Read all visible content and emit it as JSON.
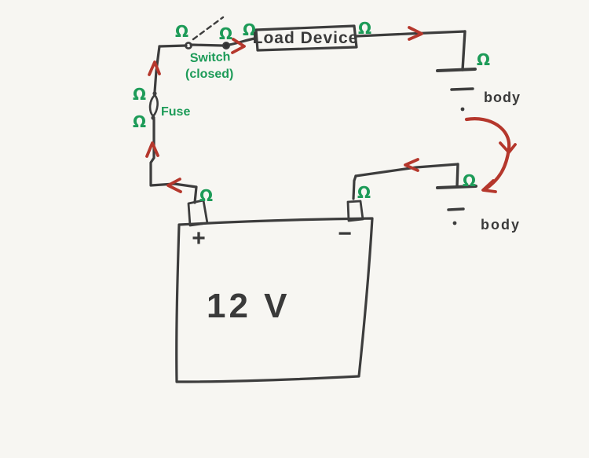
{
  "diagram": {
    "kind": "Hand-drawn 12 V automotive circuit schematic",
    "battery": {
      "voltage_label": "12 V",
      "positive_terminal": "+",
      "negative_terminal": "−"
    },
    "components": {
      "load_device": "Load Device",
      "switch_name": "Switch",
      "switch_state": "(closed)",
      "fuse": "Fuse",
      "ground_top": "body",
      "ground_bottom": "body"
    },
    "annotations": {
      "resistance_symbol": "Ω",
      "resistance_point_count": 10,
      "current_arrow_color": "#b5372c",
      "annotation_green": "#1d9b58",
      "ink_color": "#3d3d3d",
      "paper_color": "#f7f6f2"
    }
  }
}
